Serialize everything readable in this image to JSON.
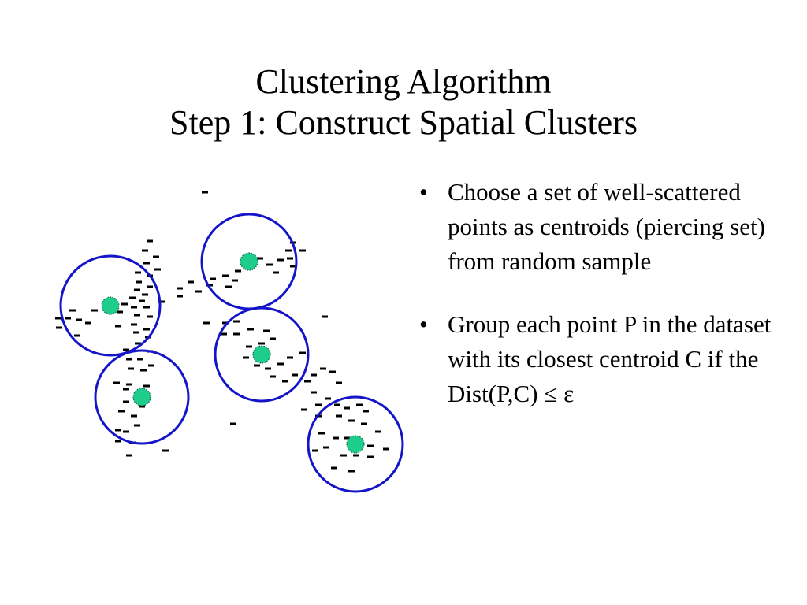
{
  "slide": {
    "title_line1": "Clustering Algorithm",
    "title_line2": "Step 1: Construct Spatial Clusters",
    "bullets": [
      {
        "mark": "•",
        "text": "Choose a set of well-scattered points as centroids (piercing set) from random sample"
      },
      {
        "mark": "•",
        "text": "Group each point P in the dataset with its closest centroid C if the Dist(P,C) ≤ ε"
      }
    ]
  },
  "colors": {
    "circle": "#1414c8",
    "centroid": "#1ecc8c",
    "point": "#000000",
    "background": "#ffffff"
  }
}
